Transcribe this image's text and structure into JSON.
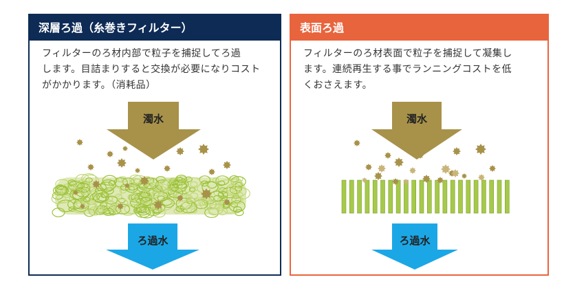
{
  "depth": {
    "title": "深層ろ過（糸巻きフィルター）",
    "lines": [
      "フィルターのろ材内部で粒子を捕捉してろ過",
      "します。目詰まりすると交換が必要になりコスト",
      "がかかります。（消耗品）"
    ],
    "in_label": "濁水",
    "out_label": "ろ過水"
  },
  "surface": {
    "title": "表面ろ過",
    "lines": [
      "フィルターのろ材表面で粒子を捕捉して凝集し",
      "ます。連続再生する事でランニングコストを低",
      "くおさえます。"
    ],
    "in_label": "濁水",
    "out_label": "ろ過水"
  },
  "colors": {
    "navy": "#0d2b55",
    "orange": "#e8643c",
    "brown": "#a8924a",
    "blue": "#1ba7e6",
    "green": "#a6c94a"
  }
}
